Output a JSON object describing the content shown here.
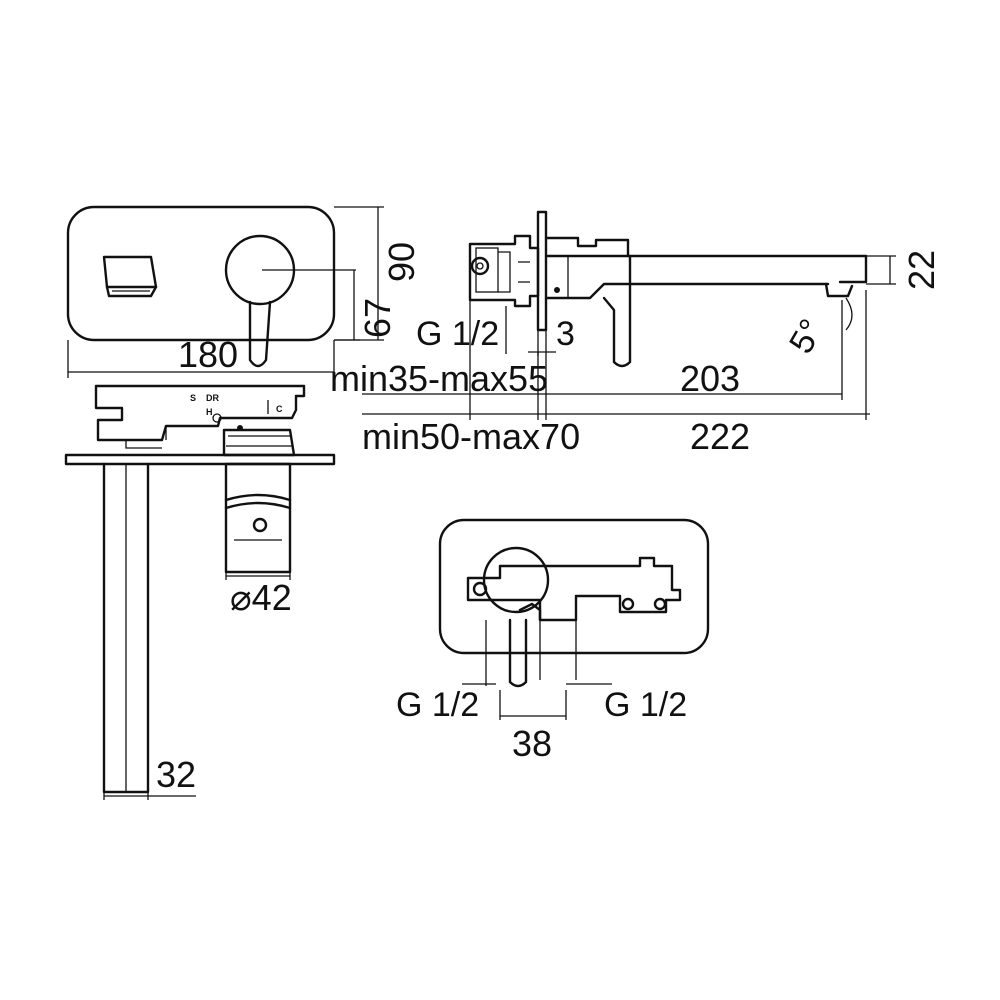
{
  "dimensions": {
    "plate_width": "180",
    "plate_height": "90",
    "lever_axis_height": "67",
    "spout_height": "22",
    "spout_angle": "5°",
    "inlet_thread_side": "G 1/2",
    "plate_thickness": "3",
    "wall_depth_range_1": "min35-max55",
    "wall_depth_range_2": "min50-max70",
    "spout_length": "203",
    "total_length": "222",
    "body_diameter": "⌀42",
    "spout_diameter": "32",
    "inlet_left": "G 1/2",
    "inlet_right": "G 1/2",
    "inlet_spacing": "38"
  },
  "markings": {
    "brand_mark": "S",
    "mark_2": "DR",
    "hot": "H",
    "cold": "C"
  }
}
